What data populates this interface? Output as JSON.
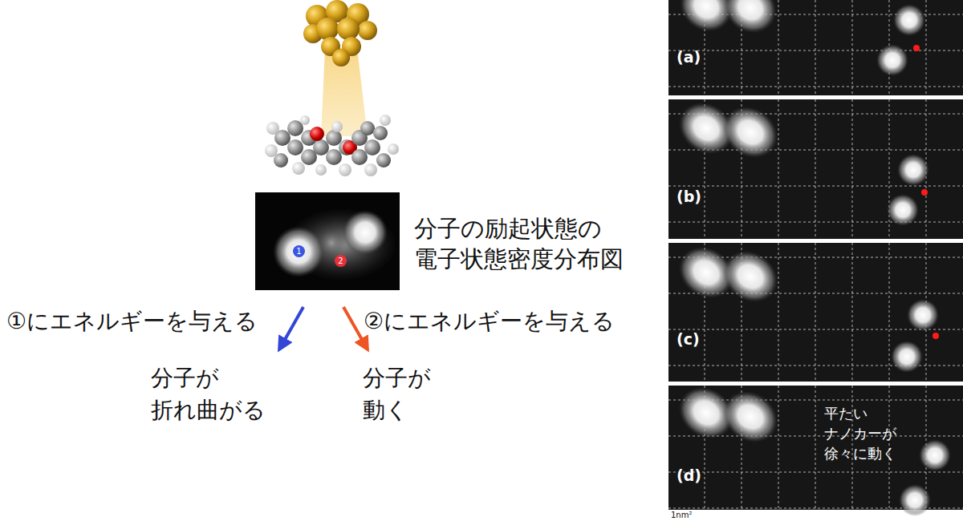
{
  "diagram": {
    "nodes": [
      {
        "text": [
          "分子の励起状態の 電子状態密度分布図"
        ]
      },
      {
        "text": [
          "1"
        ],
        "in": 0
      },
      {
        "text": [
          "2"
        ],
        "in": 0
      },
      {
        "text": [
          "(a)"
        ]
      },
      {
        "text": [
          "(b)"
        ]
      },
      {
        "text": [
          "(c)"
        ]
      },
      {
        "text": [
          "(d)",
          "平たい ナノカーが 徐々に動く"
        ]
      }
    ],
    "labels": [
      "①にエネルギーを与える",
      "②にエネルギーを与える",
      "分子が 折れ曲がる",
      "分子が 動く",
      "1nm²"
    ]
  }
}
